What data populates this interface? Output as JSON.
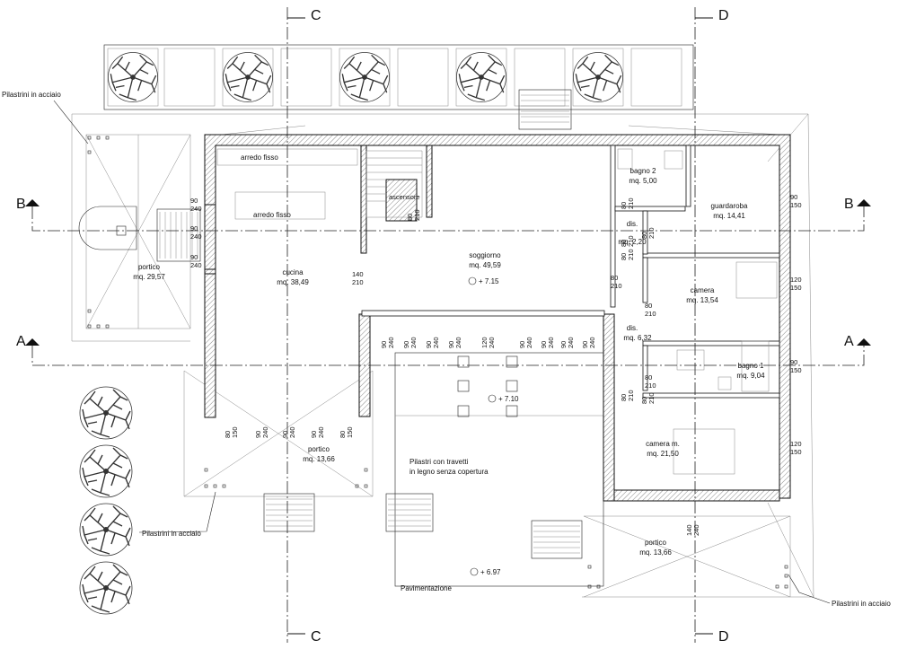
{
  "sections": {
    "a": "A",
    "b": "B",
    "c": "C",
    "d": "D"
  },
  "notes": {
    "steel_columns": "Pilastrini in acciaio",
    "fixed_furniture": "arredo fisso",
    "elevator": "ascensore",
    "pergola": "Pilastri con travetti in legno senza copertura",
    "paving": "Pavimentazione"
  },
  "levels": {
    "living": "+ 7.15",
    "pergola": "+ 7.10",
    "paving": "+ 6.97"
  },
  "rooms": {
    "portico_west": {
      "name": "portico",
      "area": "mq. 29,57"
    },
    "cucina": {
      "name": "cucina",
      "area": "mq. 38,49"
    },
    "soggiorno": {
      "name": "soggiorno",
      "area": "mq. 49,59"
    },
    "bagno2": {
      "name": "bagno  2",
      "area": "mq. 5,00"
    },
    "guardaroba": {
      "name": "guardaroba",
      "area": "mq. 14,41"
    },
    "dis1": {
      "name": "dis.",
      "area": "mq. 2,20"
    },
    "camera": {
      "name": "camera",
      "area": "mq. 13,54"
    },
    "dis2": {
      "name": "dis.",
      "area": "mq. 6,32"
    },
    "bagno1": {
      "name": "bagno 1",
      "area": "mq. 9,04"
    },
    "camera_m": {
      "name": "camera m.",
      "area": "mq. 21,50"
    },
    "portico_south": {
      "name": "portico",
      "area": "mq. 13,66"
    },
    "portico_se": {
      "name": "portico",
      "area": "mq. 13,66"
    }
  },
  "openings": {
    "w_90_240": [
      "90",
      "240"
    ],
    "w_90_150": [
      "90",
      "150"
    ],
    "w_80_150": [
      "80",
      "150"
    ],
    "w_120_150": [
      "120",
      "150"
    ],
    "w_120_240": [
      "120",
      "240"
    ],
    "w_140_210": [
      "140",
      "210"
    ],
    "w_140_240": [
      "140",
      "240"
    ],
    "d_80_210": [
      "80",
      "210"
    ]
  }
}
